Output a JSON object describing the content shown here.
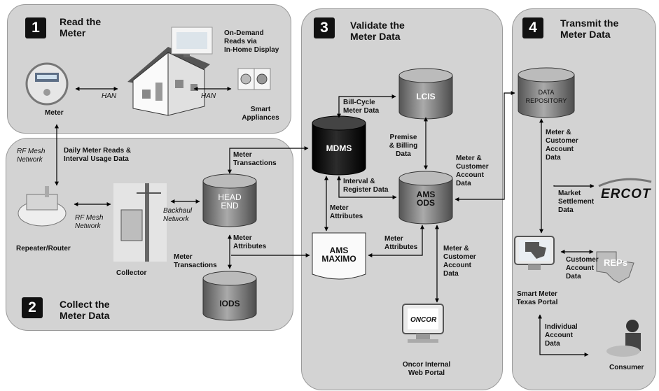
{
  "steps": [
    {
      "num": "1",
      "title": "Read the\nMeter"
    },
    {
      "num": "2",
      "title": "Collect the\nMeter Data"
    },
    {
      "num": "3",
      "title": "Validate the\nMeter Data"
    },
    {
      "num": "4",
      "title": "Transmit the\nMeter Data"
    }
  ],
  "cylinders": {
    "lcis": "LCIS",
    "mdms": "MDMS",
    "ams_ods": "AMS\nODS",
    "head_end": "HEAD\nEND",
    "iods": "IODS",
    "data_repository": "DATA\nREPOSITORY"
  },
  "boxes": {
    "ams_maximo": "AMS\nMAXIMO"
  },
  "devices": {
    "meter": "Meter",
    "smart_appliances": "Smart\nAppliances",
    "on_demand": "On-Demand\nReads via\nIn-Home Display",
    "repeater": "Repeater/Router",
    "collector": "Collector",
    "oncor_portal": "Oncor Internal\nWeb Portal",
    "smt_portal": "Smart Meter\nTexas Portal",
    "consumer": "Consumer",
    "ercot": "ERCOT",
    "reps": "REPs",
    "oncor_logo": "ONCOR"
  },
  "links": {
    "han_left": "HAN",
    "han_right": "HAN",
    "rf_mesh_network_1": "RF Mesh\nNetwork",
    "daily_reads": "Daily Meter Reads &\nInterval Usage Data",
    "rf_mesh_network_2": "RF Mesh\nNetwork",
    "backhaul": "Backhaul\nNetwork",
    "meter_transactions_top": "Meter\nTransactions",
    "meter_attributes_headend": "Meter\nAttributes",
    "meter_transactions_bottom": "Meter\nTransactions",
    "bill_cycle": "Bill-Cycle\nMeter Data",
    "premise_billing": "Premise\n& Billing\nData",
    "interval_register": "Interval &\nRegister Data",
    "meter_attributes_mdms": "Meter\nAttributes",
    "meter_attributes_maximo": "Meter\nAttributes",
    "meter_customer_ods": "Meter &\nCustomer\nAccount\nData",
    "meter_customer_portal": "Meter &\nCustomer\nAccount\nData",
    "meter_customer_repo": "Meter &\nCustomer\nAccount\nData",
    "market_settlement": "Market\nSettlement\nData",
    "customer_account": "Customer\nAccount\nData",
    "individual_account": "Individual\nAccount\nData"
  }
}
